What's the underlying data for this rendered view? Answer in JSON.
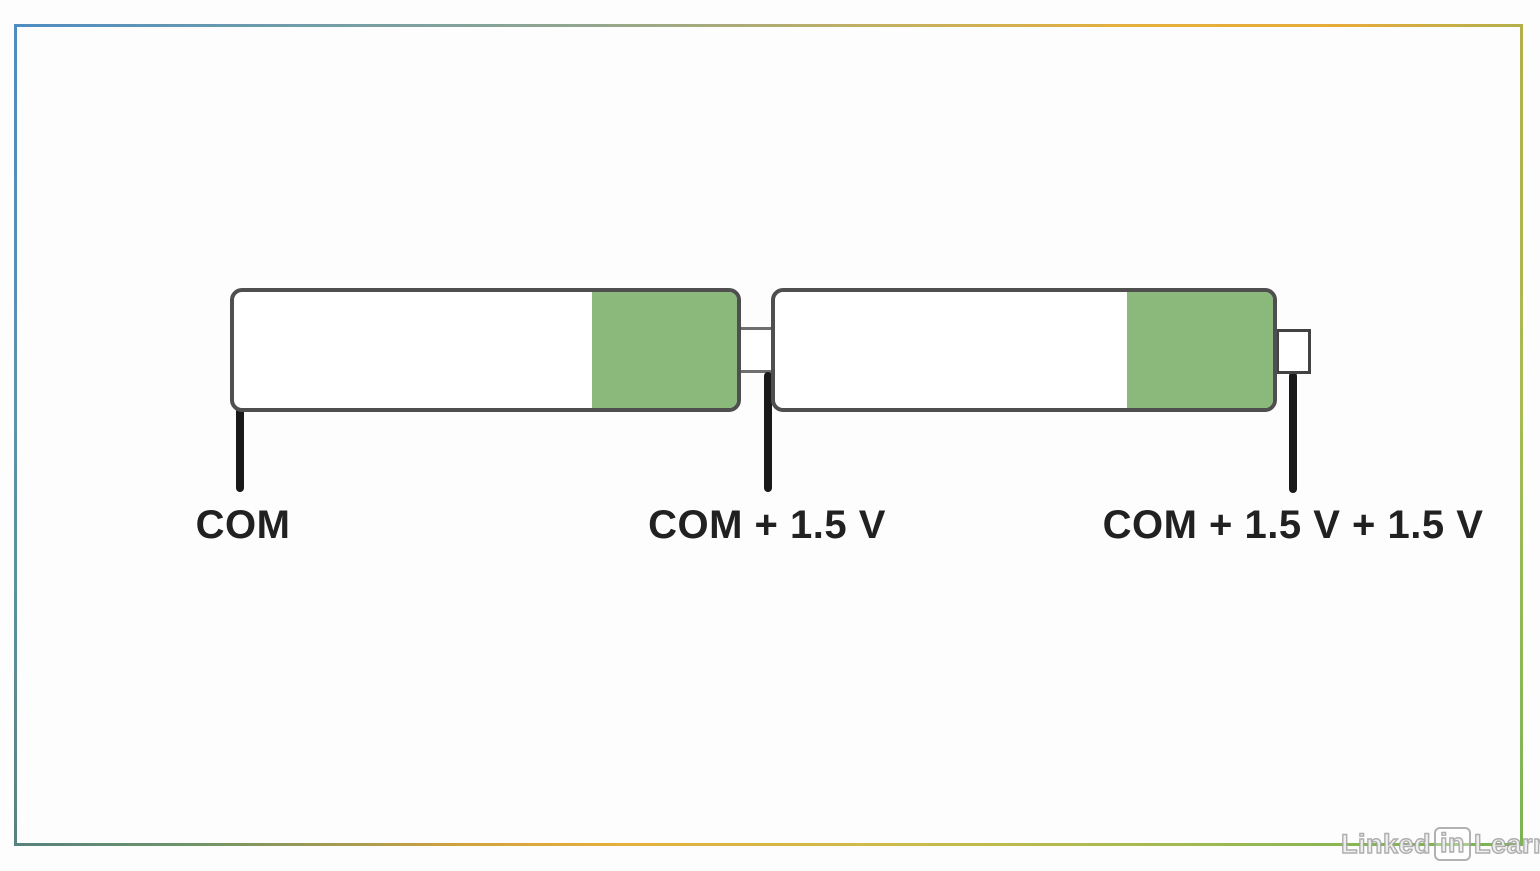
{
  "diagram": {
    "labels": [
      {
        "id": "com",
        "text": "COM"
      },
      {
        "id": "com-plus-1-5",
        "text": "COM + 1.5 V"
      },
      {
        "id": "com-plus-1-5-plus-1-5",
        "text": "COM + 1.5 V + 1.5 V"
      }
    ]
  },
  "watermark": {
    "part1": "Linked",
    "part2": "in",
    "part3": "Learning"
  },
  "colors": {
    "background": "#fdfdfd",
    "battery_green": "#8bb97b",
    "battery_body": "#ffffff",
    "battery_outline": "#4f4f4f",
    "terminal_outline_light": "#6f6f6f",
    "terminal_outline_dark": "#424242",
    "wire": "#191919",
    "label_text": "#212121",
    "frame_blue": "#4e8cc2",
    "frame_teal": "#56827f",
    "frame_yellow": "#e5af3d",
    "frame_olive": "#b2b04b",
    "frame_green": "#7cb453"
  }
}
